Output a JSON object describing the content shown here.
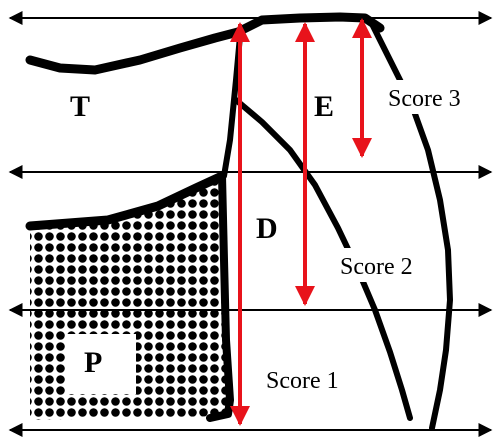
{
  "labels": {
    "t": "T",
    "e": "E",
    "d": "D",
    "p": "P"
  },
  "scores": {
    "score3": "Score 3",
    "score2": "Score 2",
    "score1": "Score 1"
  },
  "colors": {
    "arrow_red": "#e8131b",
    "line_black": "#000000",
    "background": "#ffffff"
  }
}
